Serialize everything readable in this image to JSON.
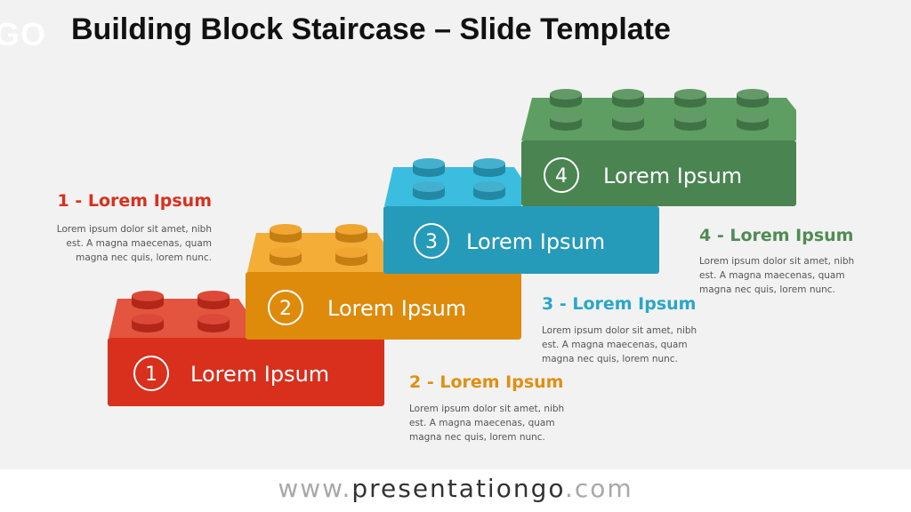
{
  "header": {
    "logo_text": "GO",
    "title": "Building Block Staircase – Slide Template"
  },
  "colors": {
    "step1": "#d9301e",
    "step2": "#f09a15",
    "step3": "#2aa6c8",
    "step4": "#4e8c53"
  },
  "blocks": [
    {
      "number": "1",
      "label": "Lorem Ipsum",
      "color": "#d9301e",
      "icon": "circle-number"
    },
    {
      "number": "2",
      "label": "Lorem Ipsum",
      "color": "#f09a15",
      "icon": "circle-number"
    },
    {
      "number": "3",
      "label": "Lorem Ipsum",
      "color": "#2aa6c8",
      "icon": "circle-number"
    },
    {
      "number": "4",
      "label": "Lorem Ipsum",
      "color": "#4e8c53",
      "icon": "circle-number"
    }
  ],
  "descriptions": [
    {
      "title": "1 - Lorem Ipsum",
      "line1": "Lorem ipsum dolor sit amet, nibh",
      "line2": "est. A magna maecenas, quam",
      "line3": "magna nec quis, lorem nunc."
    },
    {
      "title": "2 - Lorem Ipsum",
      "line1": "Lorem ipsum dolor sit amet, nibh",
      "line2": "est. A magna maecenas, quam",
      "line3": "magna nec quis, lorem nunc."
    },
    {
      "title": "3 - Lorem Ipsum",
      "line1": "Lorem ipsum dolor sit amet, nibh",
      "line2": "est. A magna maecenas, quam",
      "line3": "magna nec quis, lorem nunc."
    },
    {
      "title": "4 - Lorem Ipsum",
      "line1": "Lorem ipsum dolor sit amet, nibh",
      "line2": "est. A magna maecenas, quam",
      "line3": "magna nec quis, lorem nunc."
    }
  ],
  "footer": {
    "www": "www.",
    "brand": "presentationgo",
    "tld": ".com"
  }
}
